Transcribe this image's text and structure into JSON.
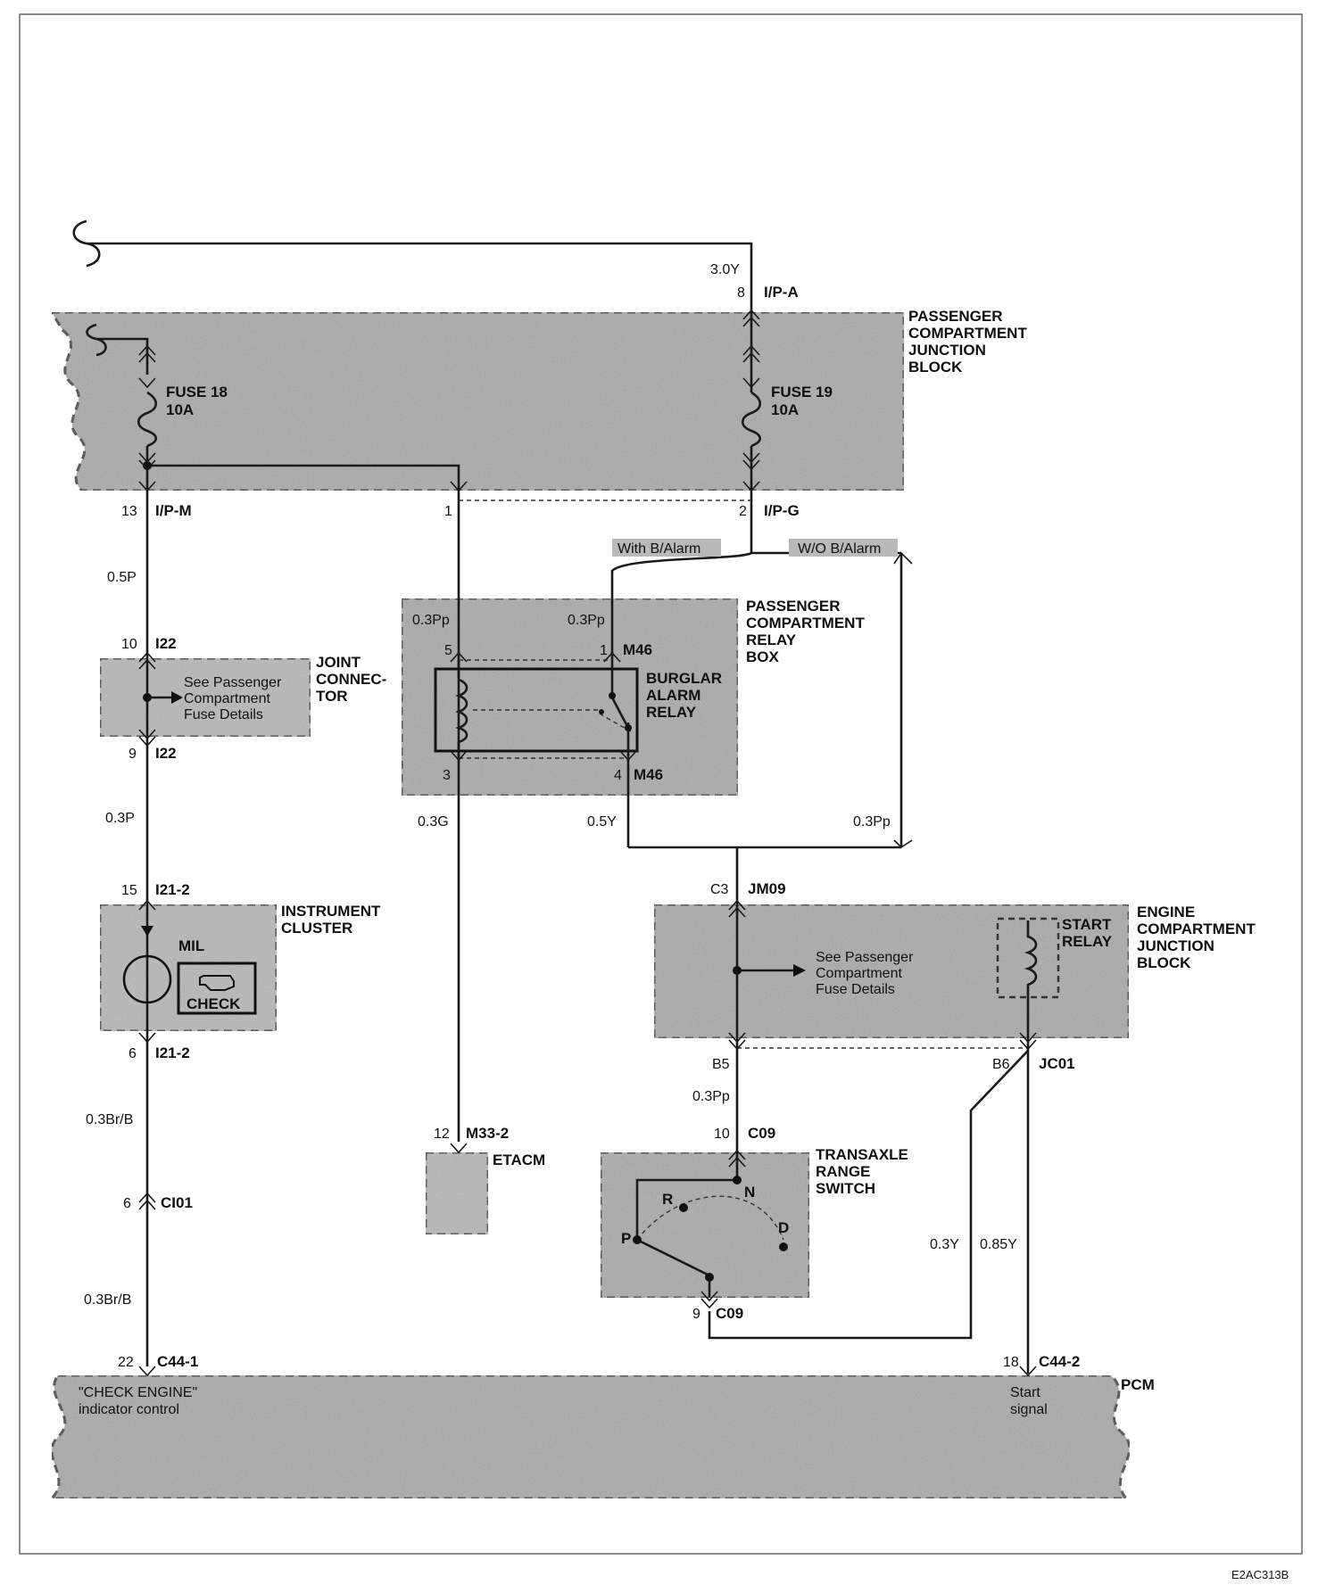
{
  "components": {
    "pcjb": {
      "name_lines": [
        "PASSENGER",
        "COMPARTMENT",
        "JUNCTION",
        "BLOCK"
      ]
    },
    "fuse18": {
      "name": "FUSE 18",
      "rating": "10A"
    },
    "fuse19": {
      "name": "FUSE 19",
      "rating": "10A"
    },
    "joint_connector": {
      "name_lines": [
        "JOINT",
        "CONNEC-",
        "TOR"
      ],
      "note_lines": [
        "See Passenger",
        "Compartment",
        "Fuse Details"
      ]
    },
    "pcrb": {
      "name_lines": [
        "PASSENGER",
        "COMPARTMENT",
        "RELAY",
        "BOX"
      ]
    },
    "burglar_relay": {
      "name_lines": [
        "BURGLAR",
        "ALARM",
        "RELAY"
      ]
    },
    "instrument_cluster": {
      "name_lines": [
        "INSTRUMENT",
        "CLUSTER"
      ],
      "mil_label": "MIL",
      "check_label": "CHECK"
    },
    "etacm": {
      "name": "ETACM"
    },
    "ecjb": {
      "name_lines": [
        "ENGINE",
        "COMPARTMENT",
        "JUNCTION",
        "BLOCK"
      ],
      "note_lines": [
        "See Passenger",
        "Compartment",
        "Fuse Details"
      ],
      "start_relay_lines": [
        "START",
        "RELAY"
      ]
    },
    "trs": {
      "name_lines": [
        "TRANSAXLE",
        "RANGE",
        "SWITCH"
      ],
      "positions": {
        "r": "R",
        "n": "N",
        "p": "P",
        "d": "D"
      }
    },
    "pcm": {
      "name": "PCM",
      "left_text_lines": [
        "\"CHECK ENGINE\"",
        "indicator control"
      ],
      "right_text_lines": [
        "Start",
        "signal"
      ]
    }
  },
  "connectors": {
    "ipa": {
      "pin": "8",
      "id": "I/P-A"
    },
    "ipm": {
      "pin": "13",
      "id": "I/P-M"
    },
    "ip1": {
      "pin": "1"
    },
    "ipg": {
      "pin": "2",
      "id": "I/P-G"
    },
    "i22_top": {
      "pin": "10",
      "id": "I22"
    },
    "i22_bot": {
      "pin": "9",
      "id": "I22"
    },
    "m46_top": {
      "pin": "1",
      "id": "M46"
    },
    "m46_bot": {
      "pin": "4",
      "id": "M46"
    },
    "relay_p5": {
      "pin": "5"
    },
    "relay_p3": {
      "pin": "3"
    },
    "i21_top": {
      "pin": "15",
      "id": "I21-2"
    },
    "i21_bot": {
      "pin": "6",
      "id": "I21-2"
    },
    "jm09": {
      "pin": "C3",
      "id": "JM09"
    },
    "b5": {
      "pin": "B5"
    },
    "jc01": {
      "pin": "B6",
      "id": "JC01"
    },
    "ci01": {
      "pin": "6",
      "id": "CI01"
    },
    "m33": {
      "pin": "12",
      "id": "M33-2"
    },
    "c09_top": {
      "pin": "10",
      "id": "C09"
    },
    "c09_bot": {
      "pin": "9",
      "id": "C09"
    },
    "c44_1": {
      "pin": "22",
      "id": "C44-1"
    },
    "c44_2": {
      "pin": "18",
      "id": "C44-2"
    }
  },
  "wires": {
    "w_top": "3.0Y",
    "w_05p": "0.5P",
    "w_03p": "0.3P",
    "w_03brb_a": "0.3Br/B",
    "w_03brb_b": "0.3Br/B",
    "w_03pp_l": "0.3Pp",
    "w_03pp_r": "0.3Pp",
    "w_03g": "0.3G",
    "w_05y": "0.5Y",
    "w_03pp_far": "0.3Pp",
    "w_03pp_b5": "0.3Pp",
    "w_03y": "0.3Y",
    "w_085y": "0.85Y"
  },
  "options": {
    "with": "With B/Alarm",
    "without": "W/O B/Alarm"
  },
  "figure_code": "E2AC313B"
}
